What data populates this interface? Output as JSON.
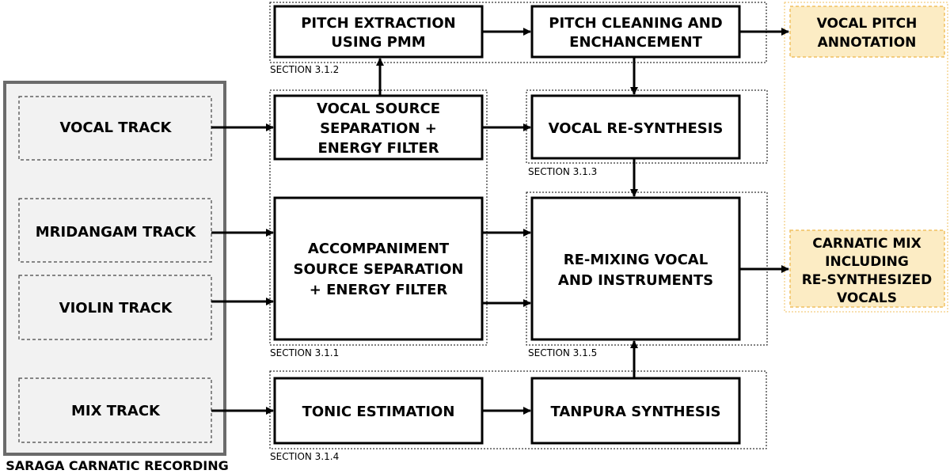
{
  "diagram": {
    "recording_label": "SARAGA CARNATIC RECORDING",
    "tracks": {
      "vocal": "VOCAL TRACK",
      "mridangam": "MRIDANGAM TRACK",
      "violin": "VIOLIN TRACK",
      "mix": "MIX TRACK"
    },
    "boxes": {
      "pitch_extraction": [
        "PITCH EXTRACTION",
        "USING PMM"
      ],
      "pitch_cleaning": [
        "PITCH CLEANING AND",
        "ENCHANCEMENT"
      ],
      "vocal_separation": [
        "VOCAL SOURCE",
        "SEPARATION +",
        "ENERGY FILTER"
      ],
      "vocal_resynthesis": [
        "VOCAL RE-SYNTHESIS"
      ],
      "accompaniment_separation": [
        "ACCOMPANIMENT",
        "SOURCE SEPARATION",
        "+ ENERGY FILTER"
      ],
      "remixing": [
        "RE-MIXING VOCAL",
        "AND INSTRUMENTS"
      ],
      "tonic_estimation": [
        "TONIC ESTIMATION"
      ],
      "tanpura_synthesis": [
        "TANPURA SYNTHESIS"
      ]
    },
    "outputs": {
      "vocal_pitch": [
        "VOCAL PITCH",
        "ANNOTATION"
      ],
      "carnatic_mix": [
        "CARNATIC MIX",
        "INCLUDING",
        "RE-SYNTHESIZED",
        "VOCALS"
      ]
    },
    "sections": {
      "s312": "SECTION 3.1.2",
      "s313": "SECTION 3.1.3",
      "s311": "SECTION 3.1.1",
      "s315": "SECTION 3.1.5",
      "s314": "SECTION 3.1.4"
    },
    "colors": {
      "output_fill": "#fcecc4",
      "output_border": "#f0c060",
      "recording_fill": "#f2f2f2",
      "recording_border": "#6b6b6b"
    }
  }
}
